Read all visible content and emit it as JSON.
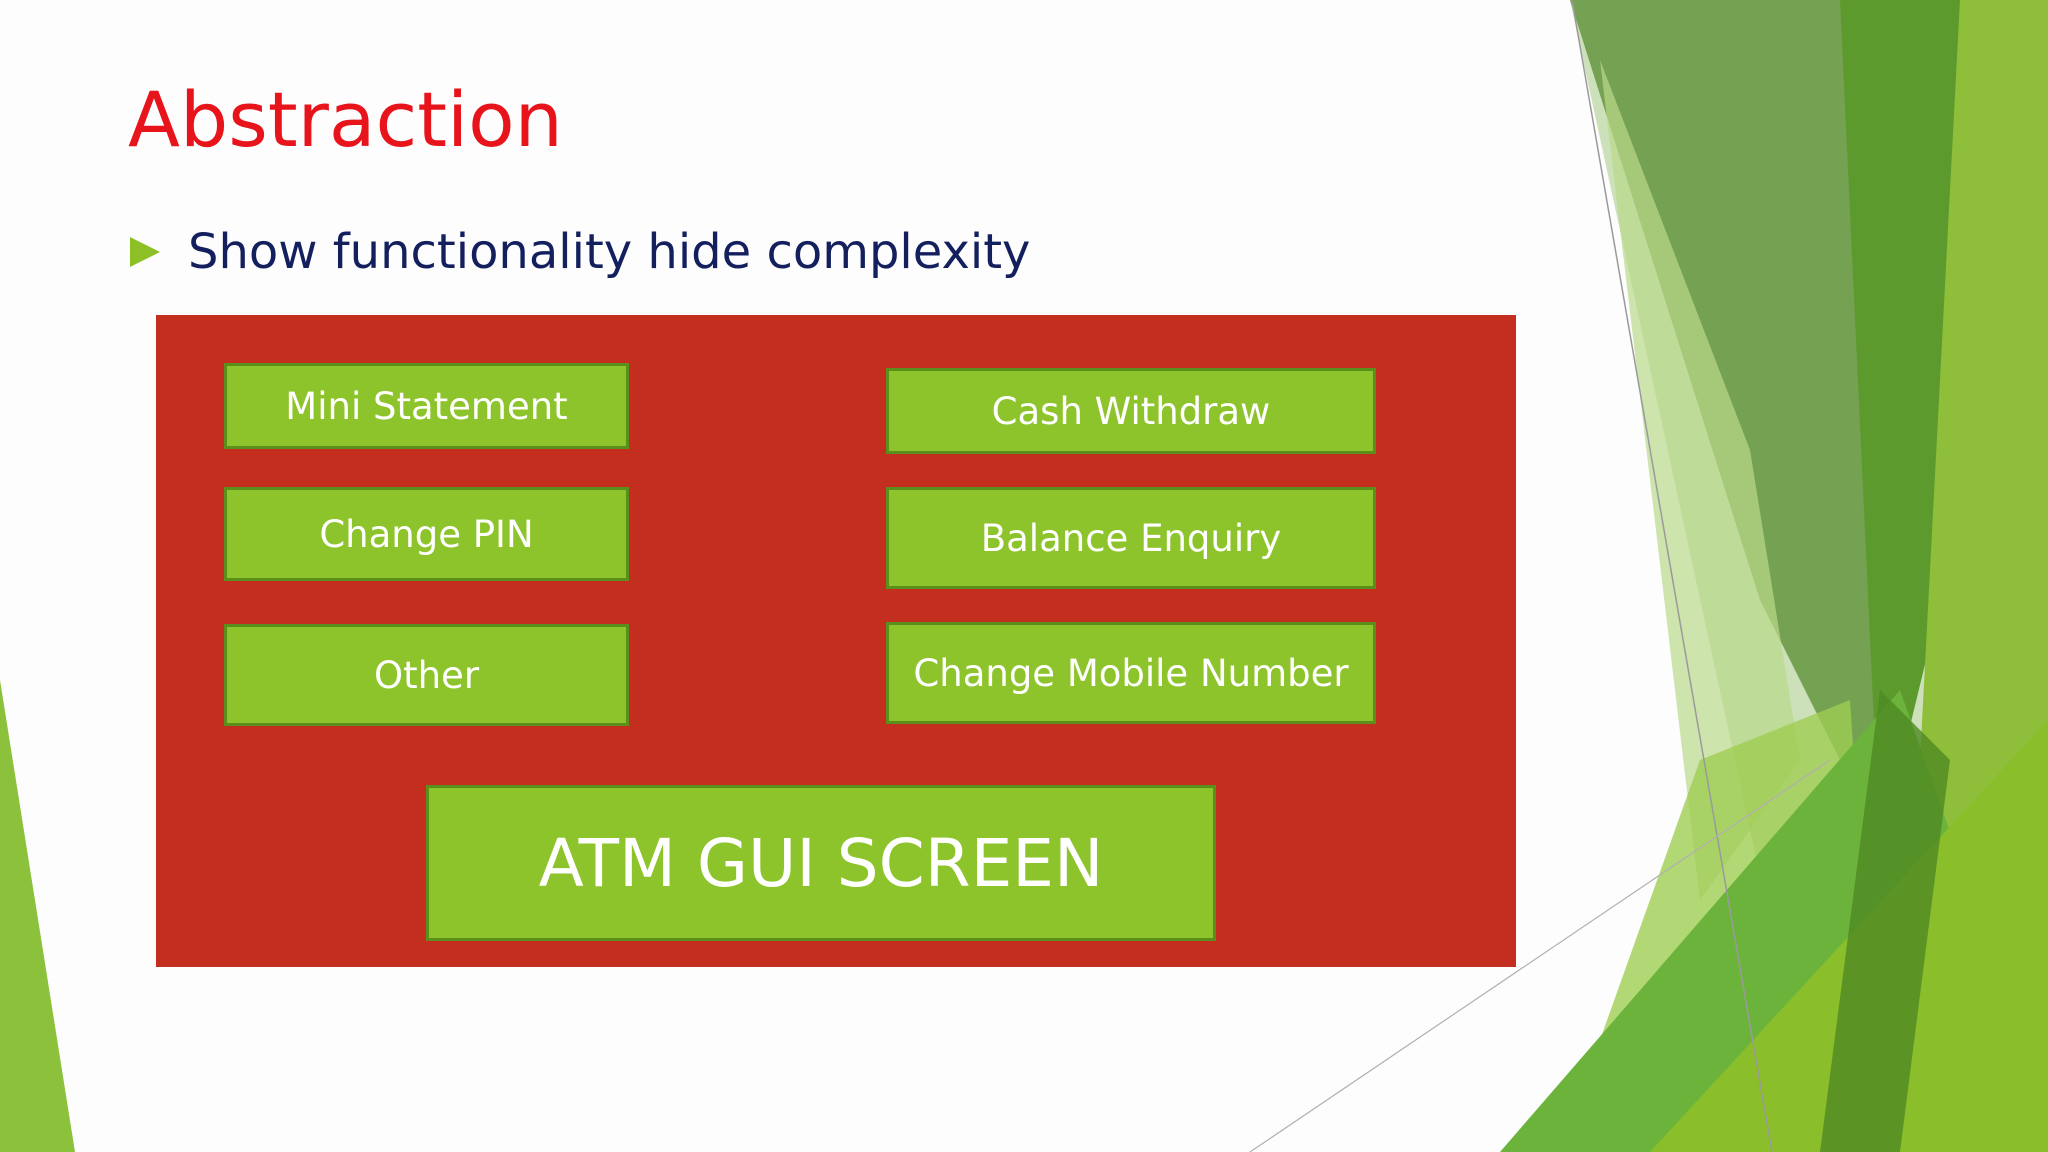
{
  "slide": {
    "title": "Abstraction",
    "bullets": [
      "Show functionality hide complexity"
    ]
  },
  "atm_panel": {
    "buttons": {
      "mini_statement": "Mini Statement",
      "change_pin": "Change PIN",
      "other": "Other",
      "cash_withdraw": "Cash Withdraw",
      "balance_enquiry": "Balance Enquiry",
      "change_mobile_number": "Change Mobile Number"
    },
    "screen_label": "ATM GUI SCREEN"
  },
  "colors": {
    "title": "#e8141b",
    "bullet_text": "#14205e",
    "bullet_marker": "#8dc026",
    "panel_background": "#c42e1f",
    "button_fill": "#8ec42b",
    "button_border": "#5a8f1c",
    "button_text": "#ffffff"
  }
}
